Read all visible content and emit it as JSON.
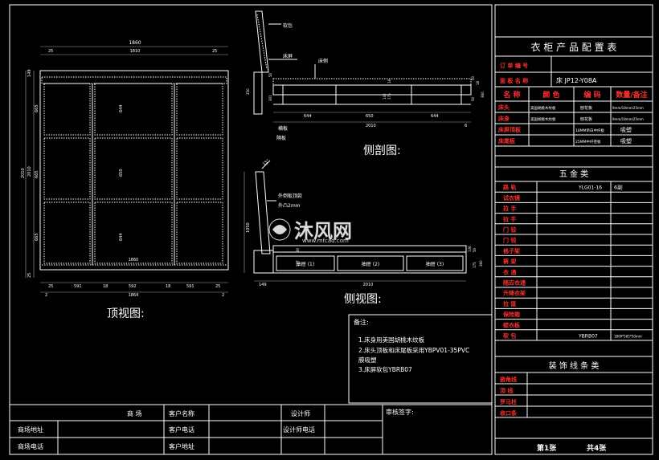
{
  "views": {
    "top": {
      "title": "顶视图:",
      "dims_top": [
        "1860",
        "25",
        "1810",
        "25"
      ],
      "dims_left": [
        "149",
        "665",
        "2010",
        "665",
        "2010",
        "665",
        "25"
      ],
      "dims_inner": [
        "644",
        "650",
        "644",
        "1860"
      ],
      "dims_bottom": [
        "25",
        "591",
        "18",
        "592",
        "18",
        "591",
        "25",
        "2",
        "1864",
        "2"
      ]
    },
    "section": {
      "title": "侧剖图:",
      "labels": [
        "软包",
        "床屏",
        "床侧",
        "横板",
        "隔板"
      ],
      "dims_bottom": [
        "644",
        "650",
        "644",
        "2010",
        "6"
      ],
      "dims_side": [
        "250",
        "50",
        "301",
        "142",
        "175",
        "18",
        "50",
        "18",
        "50",
        "360"
      ]
    },
    "side": {
      "title": "侧视图:",
      "labels": [
        "外倒板顶款",
        "外凸2mm"
      ],
      "height": "1050",
      "dims_bottom": [
        "149",
        "2010"
      ],
      "drawers": [
        "抽屉 (1)",
        "抽屉 (2)",
        "抽屉 (3)"
      ],
      "dims_side": [
        "30",
        "177",
        "136",
        "50",
        "175",
        "360"
      ],
      "angle": "15°"
    }
  },
  "watermark": {
    "text": "沐风网",
    "sub": "www.mfcad.com"
  },
  "notes": {
    "label": "备注:",
    "lines": [
      "1.床身用美国胡桃木纹板",
      "2.床头顶板和床尾板采用YBPV01-35PVC",
      "膜吸塑",
      "3.床屏软包YBRB07"
    ]
  },
  "config_table": {
    "title": "衣 柜 产 品 配 置 表",
    "order_label": "订 单 编 号",
    "series_label": "面 板 名 称",
    "series_value": "床 JP12-Y08A",
    "headers": [
      "名 称",
      "颜 色",
      "编 码",
      "数量/备注"
    ],
    "rows": [
      [
        "床头",
        "美国胡桃木纹板",
        "刨花板",
        "9mm/18mm/25mm"
      ],
      [
        "床身",
        "美国胡桃木纹板",
        "刨花板",
        "9mm/18mm/25mm"
      ],
      [
        "床屏顶板",
        "",
        "18MM单白中纤板",
        "吸塑"
      ],
      [
        "床尾板",
        "",
        "25MM中纤密板",
        "吸塑"
      ]
    ]
  },
  "hardware": {
    "title": "五 金 类",
    "items": [
      {
        "name": "路 轨",
        "code": "YLG01-16",
        "qty": "6副"
      },
      {
        "name": "试衣镜",
        "code": "",
        "qty": ""
      },
      {
        "name": "拉 手",
        "code": "",
        "qty": ""
      },
      {
        "name": "拉 手",
        "code": "",
        "qty": ""
      },
      {
        "name": "门 铰",
        "code": "",
        "qty": ""
      },
      {
        "name": "门 铰",
        "code": "",
        "qty": ""
      },
      {
        "name": "格子架",
        "code": "",
        "qty": ""
      },
      {
        "name": "裤 架",
        "code": "",
        "qty": ""
      },
      {
        "name": "衣 通",
        "code": "",
        "qty": ""
      },
      {
        "name": "随应衣通",
        "code": "",
        "qty": ""
      },
      {
        "name": "升降衣架",
        "code": "",
        "qty": ""
      },
      {
        "name": "拉 篮",
        "code": "",
        "qty": ""
      },
      {
        "name": "保险箱",
        "code": "",
        "qty": ""
      },
      {
        "name": "壁衣板",
        "code": "",
        "qty": ""
      },
      {
        "name": "软 包",
        "code": "YBRB07",
        "qty": "1809*565*50mm"
      }
    ]
  },
  "trim": {
    "title": "装 饰 线 条 类",
    "items": [
      "嵌角线",
      "顶 线",
      "罗马柱",
      "收口条"
    ]
  },
  "sheet": {
    "page": "第1张",
    "total": "共4张"
  },
  "title_block": {
    "mall": "商 场",
    "mall_address": "商场地址",
    "mall_phone": "商场电话",
    "client_name": "客户名称",
    "client_phone": "客户电话",
    "client_address": "客户地址",
    "designer": "设计师",
    "designer_phone": "设计师电话",
    "reviewer": "审核签字:"
  },
  "colors": {
    "line": "#ffffff",
    "label_red": "#ff3030",
    "accent": "#30e0e0"
  }
}
